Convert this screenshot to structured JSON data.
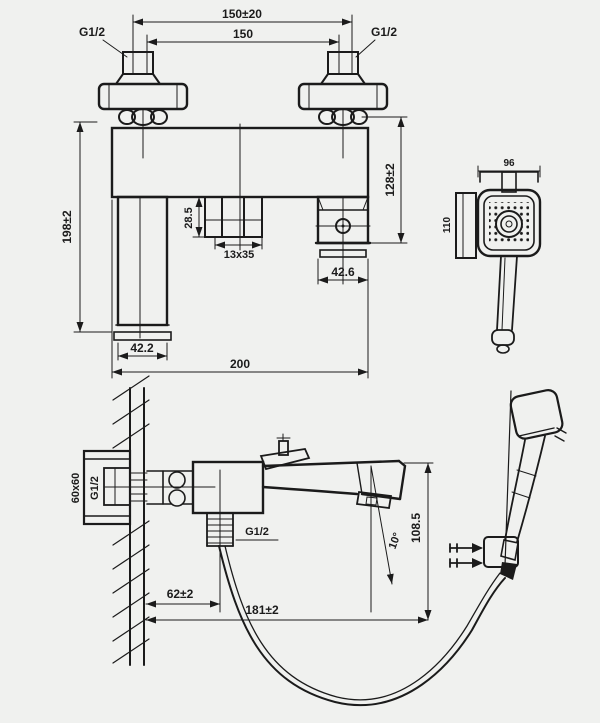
{
  "drawing": {
    "type": "faucet-installation-technical-drawing",
    "colors": {
      "background": "#f0f1ef",
      "line": "#1b1b1b"
    },
    "front_view": {
      "dim_spacing_outer": "150±20",
      "dim_spacing": "150",
      "thread_left": "G1/2",
      "thread_right": "G1/2",
      "dim_height_total": "198±2",
      "dim_height_spout": "128±2",
      "dim_cartridge_depth": "28.5",
      "dim_cartridge_size": "13x35",
      "dim_spout_width": "42.6",
      "dim_leg_width": "42.2",
      "dim_body_width": "200"
    },
    "hand_shower": {
      "dim_head_width": "96",
      "dim_head_height": "110"
    },
    "installation_view": {
      "dim_wall_box": "60x60",
      "thread_wall": "G1/2",
      "thread_hose_outlet": "G1/2",
      "dim_outlet_offset": "62±2",
      "dim_reach": "181±2",
      "dim_height": "108.5",
      "dim_spout_angle": "10°"
    }
  }
}
